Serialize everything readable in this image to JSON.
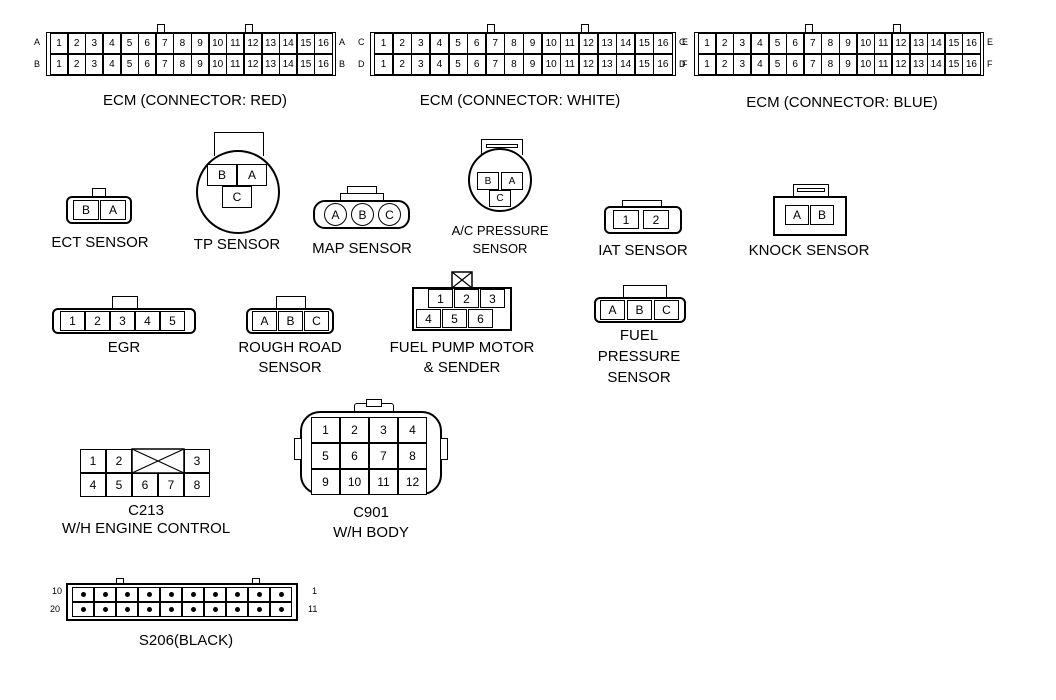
{
  "ecm": [
    {
      "label": "ECM (CONNECTOR: RED)",
      "left_letters": [
        "A",
        "B"
      ],
      "right_letters": [
        "A",
        "B"
      ],
      "pins": [
        "1",
        "2",
        "3",
        "4",
        "5",
        "6",
        "7",
        "8",
        "9",
        "10",
        "11",
        "12",
        "13",
        "14",
        "15",
        "16"
      ]
    },
    {
      "label": "ECM (CONNECTOR: WHITE)",
      "left_letters": [
        "C",
        "D"
      ],
      "right_letters": [
        "C",
        "D"
      ],
      "pins": [
        "1",
        "2",
        "3",
        "4",
        "5",
        "6",
        "7",
        "8",
        "9",
        "10",
        "11",
        "12",
        "13",
        "14",
        "15",
        "16"
      ]
    },
    {
      "label": "ECM (CONNECTOR: BLUE)",
      "left_letters": [
        "E",
        "F"
      ],
      "right_letters": [
        "E",
        "F"
      ],
      "pins": [
        "1",
        "2",
        "3",
        "4",
        "5",
        "6",
        "7",
        "8",
        "9",
        "10",
        "11",
        "12",
        "13",
        "14",
        "15",
        "16"
      ]
    }
  ],
  "ect": {
    "label": "ECT SENSOR",
    "pins": [
      "B",
      "A"
    ]
  },
  "tp": {
    "label": "TP SENSOR",
    "pins": [
      "B",
      "A",
      "C"
    ]
  },
  "map": {
    "label": "MAP SENSOR",
    "pins": [
      "A",
      "B",
      "C"
    ]
  },
  "ac": {
    "label_1": "A/C PRESSURE",
    "label_2": "SENSOR",
    "pins": [
      "B",
      "A",
      "C"
    ]
  },
  "iat": {
    "label": "IAT SENSOR",
    "pins": [
      "1",
      "2"
    ]
  },
  "knock": {
    "label": "KNOCK SENSOR",
    "pins": [
      "A",
      "B"
    ]
  },
  "egr": {
    "label": "EGR",
    "pins": [
      "1",
      "2",
      "3",
      "4",
      "5"
    ]
  },
  "rough": {
    "label_1": "ROUGH ROAD",
    "label_2": "SENSOR",
    "pins": [
      "A",
      "B",
      "C"
    ]
  },
  "fuelpump": {
    "label_1": "FUEL PUMP MOTOR",
    "label_2": "& SENDER",
    "pins": [
      "1",
      "2",
      "3",
      "4",
      "5",
      "6"
    ]
  },
  "fuelpress": {
    "label_1": "FUEL",
    "label_2": "PRESSURE",
    "label_3": "SENSOR",
    "pins": [
      "A",
      "B",
      "C"
    ]
  },
  "c213": {
    "label_1": "C213",
    "label_2": "W/H ENGINE CONTROL",
    "pins": [
      "1",
      "2",
      "3",
      "4",
      "5",
      "6",
      "7",
      "8"
    ]
  },
  "c901": {
    "label_1": "C901",
    "label_2": "W/H BODY",
    "pins": [
      "1",
      "2",
      "3",
      "4",
      "5",
      "6",
      "7",
      "8",
      "9",
      "10",
      "11",
      "12"
    ]
  },
  "s206": {
    "label": "S206(BLACK)",
    "corner_labels": [
      "10",
      "20",
      "1",
      "11"
    ]
  }
}
